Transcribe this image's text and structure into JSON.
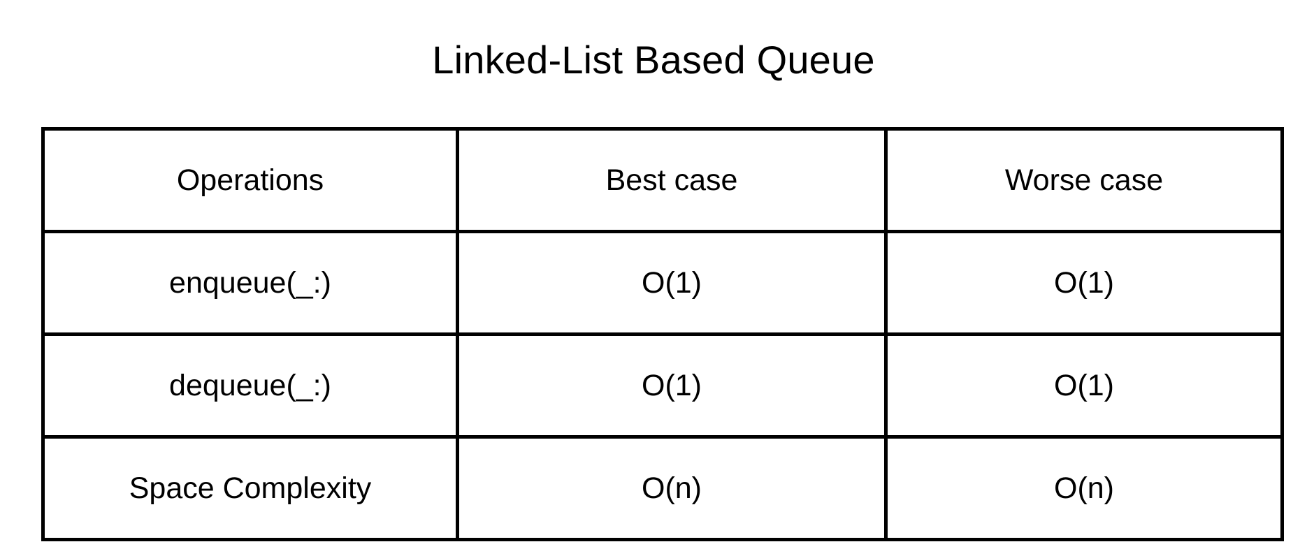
{
  "title": "Linked-List Based Queue",
  "table": {
    "headers": [
      "Operations",
      "Best case",
      "Worse case"
    ],
    "rows": [
      [
        "enqueue(_:)",
        "O(1)",
        "O(1)"
      ],
      [
        "dequeue(_:)",
        "O(1)",
        "O(1)"
      ],
      [
        "Space Complexity",
        "O(n)",
        "O(n)"
      ]
    ]
  }
}
